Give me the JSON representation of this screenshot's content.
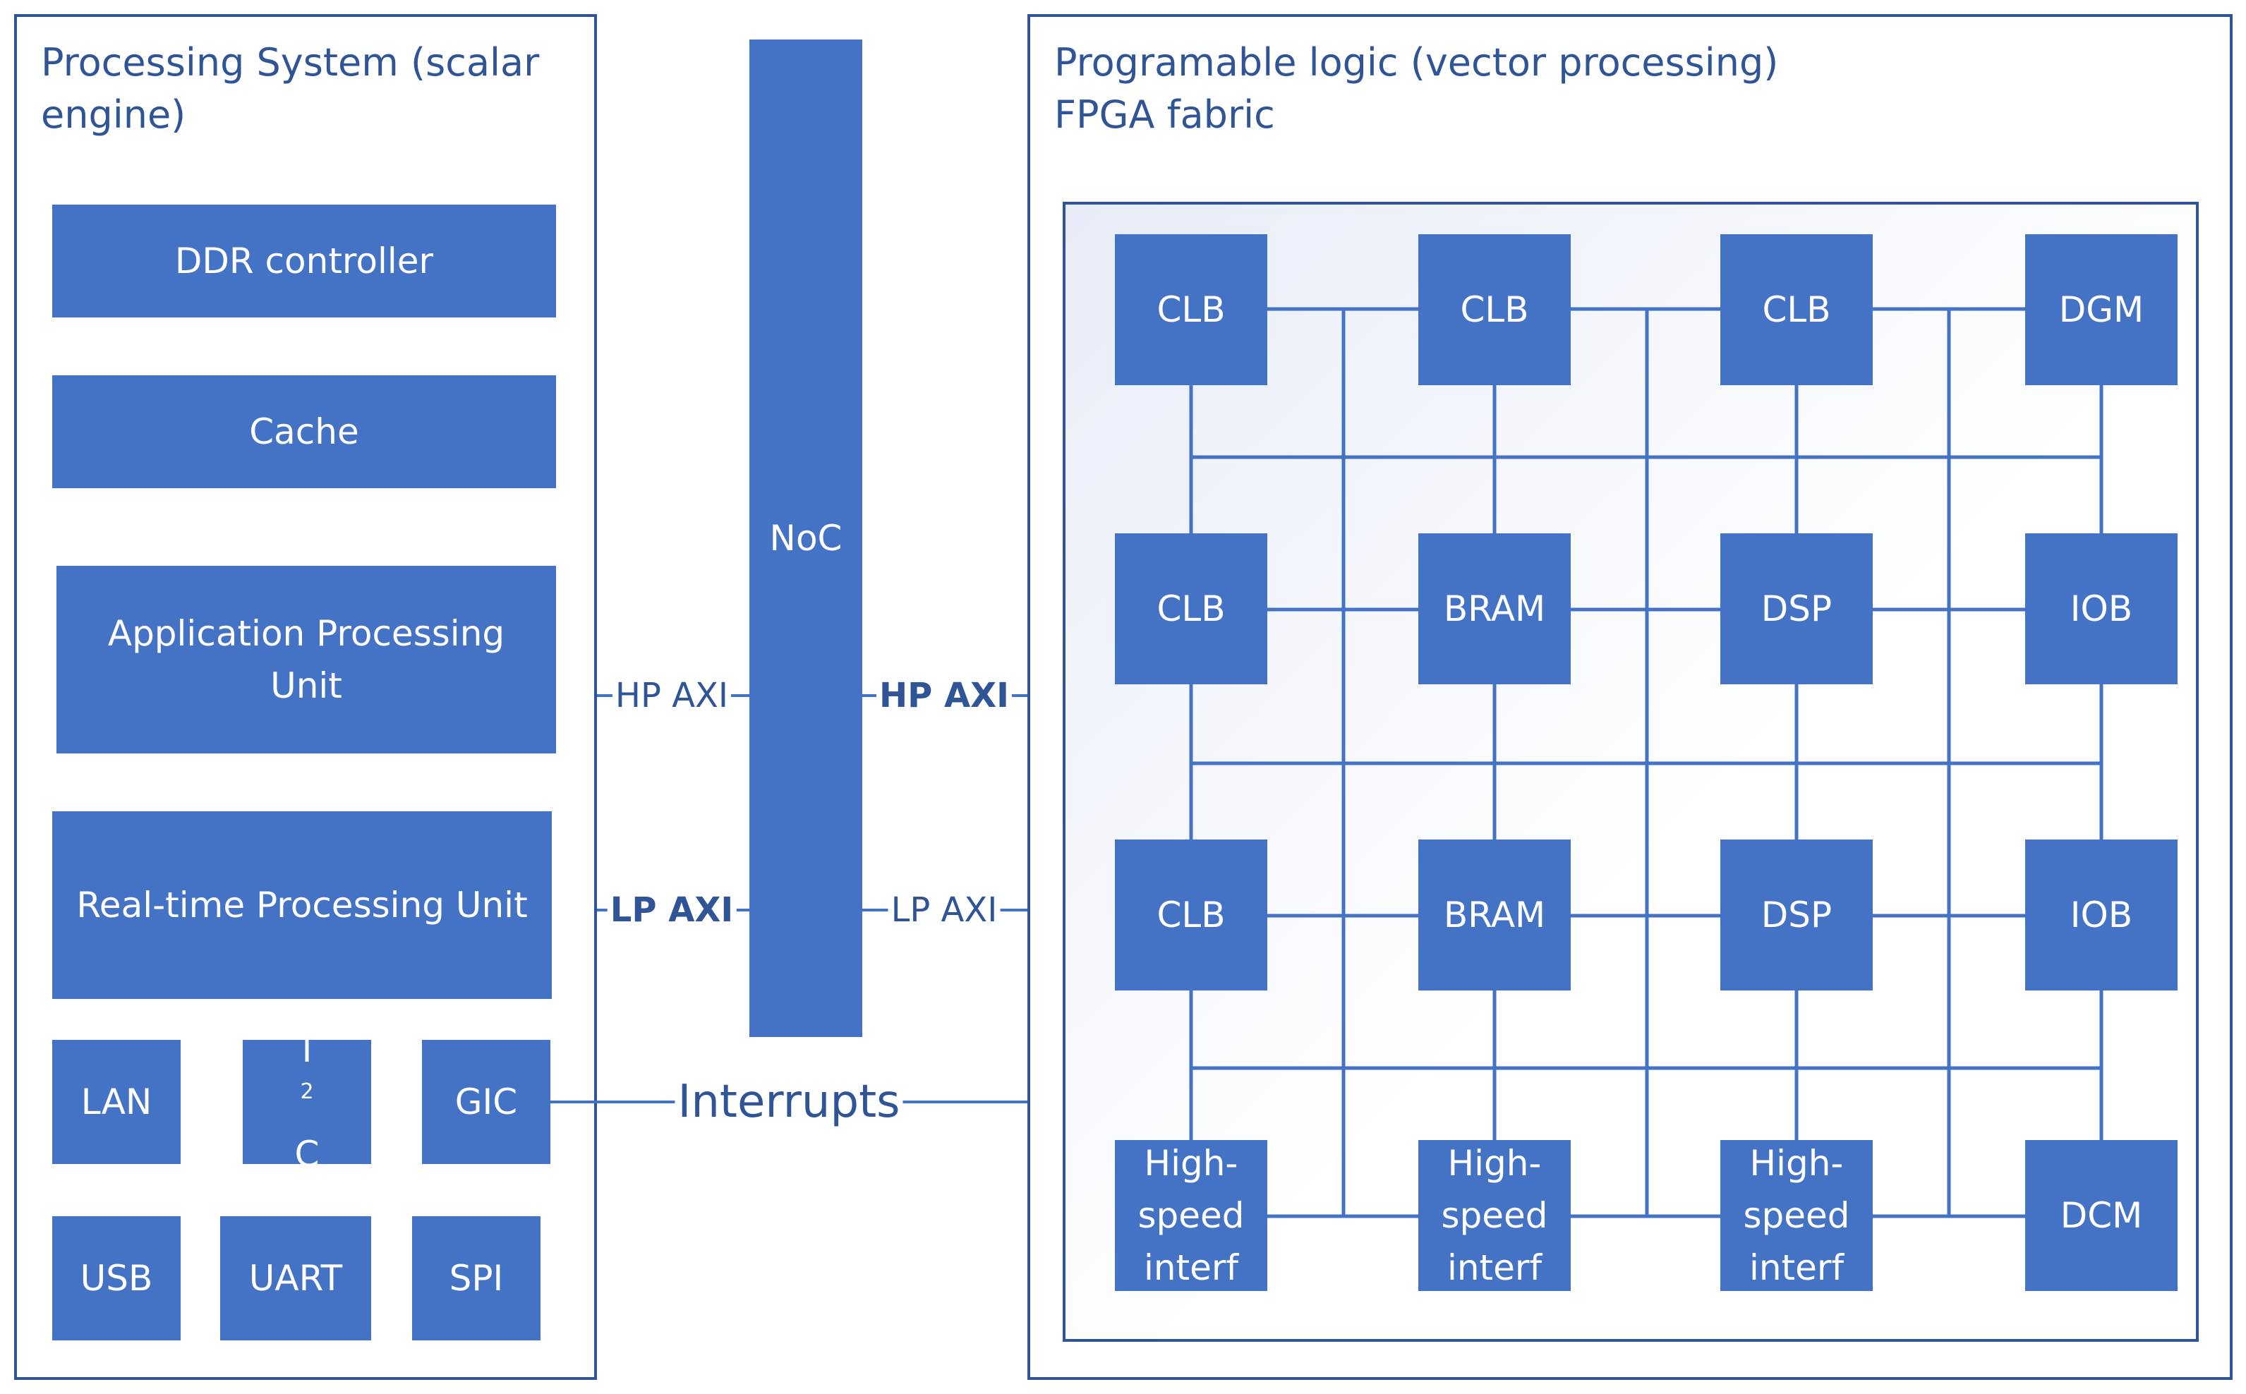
{
  "processing_system": {
    "title_line1": "Processing System (scalar",
    "title_line2": "engine)",
    "ddr": "DDR controller",
    "cache": "Cache",
    "apu_line1": "Application Processing",
    "apu_line2": "Unit",
    "rpu": "Real-time Processing Unit",
    "lan": "LAN",
    "i2c_prefix": "I",
    "i2c_sup": "2",
    "i2c_suffix": "C",
    "gic": "GIC",
    "usb": "USB",
    "uart": "UART",
    "spi": "SPI"
  },
  "noc": {
    "label": "NoC"
  },
  "links": {
    "hp_axi_left": "HP AXI",
    "hp_axi_right": "HP AXI",
    "lp_axi_left": "LP AXI",
    "lp_axi_right": "LP AXI",
    "interrupts": "Interrupts"
  },
  "programmable_logic": {
    "title_line1": "Programable logic (vector processing)",
    "title_line2": "FPGA fabric",
    "row1": [
      "CLB",
      "CLB",
      "CLB",
      "DGM"
    ],
    "row2": [
      "CLB",
      "BRAM",
      "DSP",
      "IOB"
    ],
    "row3": [
      "CLB",
      "BRAM",
      "DSP",
      "IOB"
    ],
    "hs_line1": "High-",
    "hs_line2": "speed",
    "hs_line3": "interf",
    "dcm": "DCM"
  },
  "colors": {
    "block": "#4472c4",
    "border": "#2f5597",
    "text_on_block": "#ffffff"
  }
}
